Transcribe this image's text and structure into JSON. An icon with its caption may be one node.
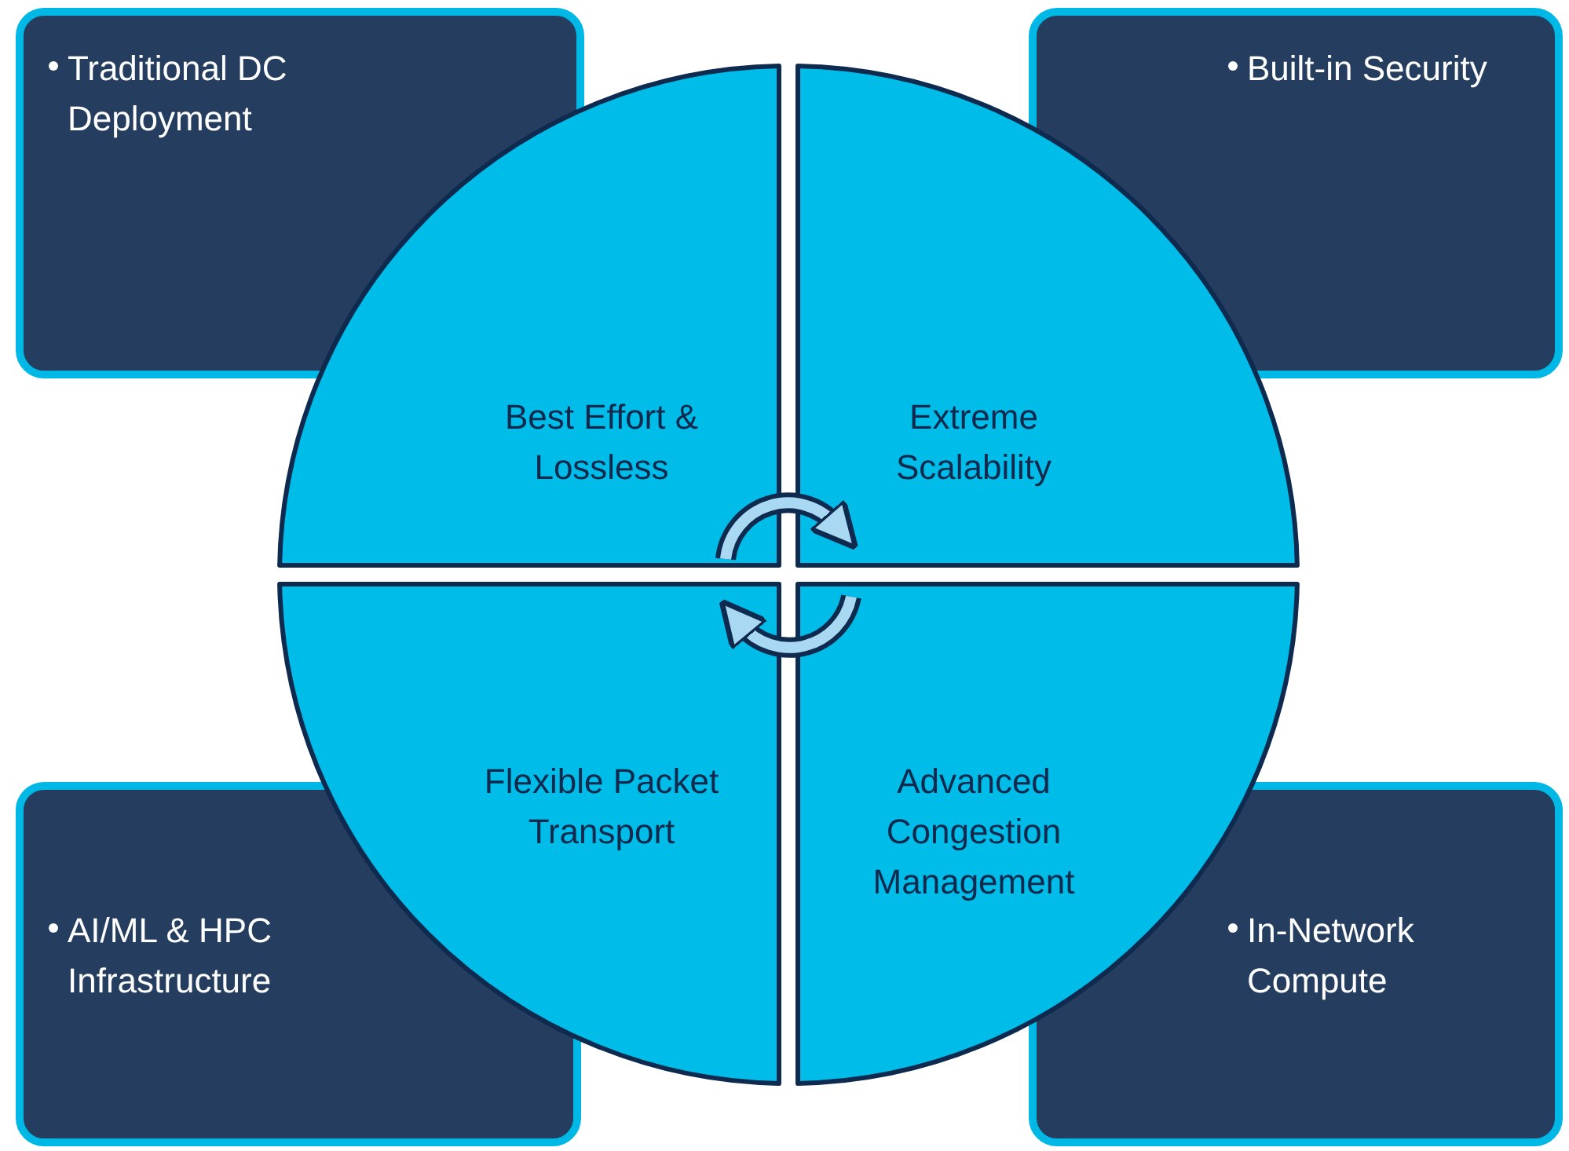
{
  "diagram": {
    "nodes": [
      {
        "text": [
          "Traditional DC Deployment"
        ]
      },
      {
        "text": [
          "Built-in Security"
        ]
      },
      {
        "text": [
          "AI/ML & HPC Infrastructure"
        ]
      },
      {
        "text": [
          "In-Network Compute"
        ]
      },
      {
        "text": [
          "Best Effort & Lossless"
        ]
      },
      {
        "text": [
          "Extreme Scalability"
        ]
      },
      {
        "text": [
          "Flexible Packet Transport"
        ]
      },
      {
        "text": [
          "Advanced Congestion Management"
        ]
      }
    ],
    "edges": [
      {
        "from": 4,
        "to": 5,
        "arrow": "to"
      },
      {
        "from": 7,
        "to": 6,
        "arrow": "to"
      }
    ]
  }
}
